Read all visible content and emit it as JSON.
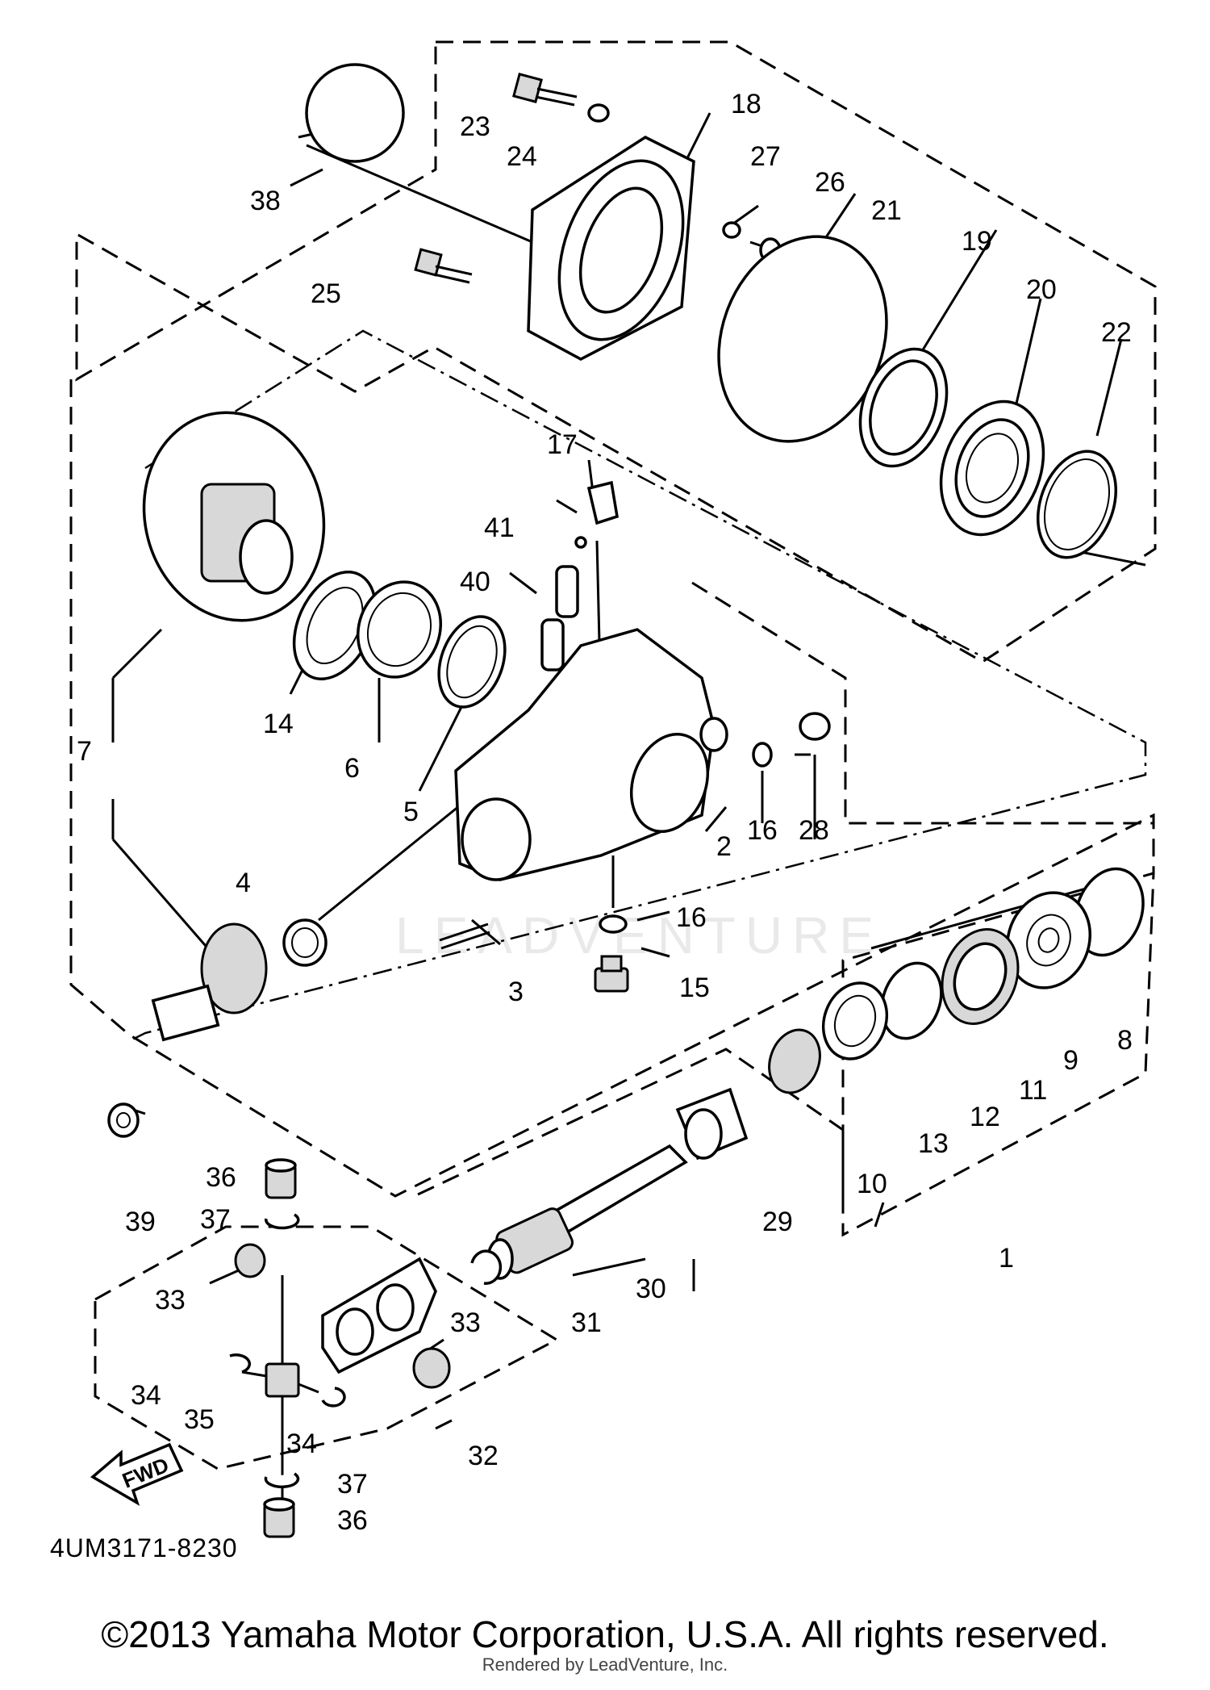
{
  "diagram": {
    "callouts": [
      "1",
      "2",
      "3",
      "4",
      "5",
      "6",
      "7",
      "8",
      "9",
      "10",
      "11",
      "12",
      "13",
      "14",
      "15",
      "16",
      "16",
      "17",
      "18",
      "19",
      "20",
      "21",
      "22",
      "23",
      "24",
      "25",
      "26",
      "27",
      "28",
      "29",
      "30",
      "31",
      "32",
      "33",
      "33",
      "34",
      "34",
      "35",
      "36",
      "36",
      "37",
      "37",
      "38",
      "39",
      "40",
      "41"
    ],
    "fwd_label": "FWD",
    "part_code": "4UM3171-8230",
    "watermark": "LEADVENTURE"
  },
  "footer": {
    "copyright": "©2013 Yamaha Motor Corporation, U.S.A. All rights reserved.",
    "rendered_by": "Rendered by LeadVenture, Inc."
  }
}
